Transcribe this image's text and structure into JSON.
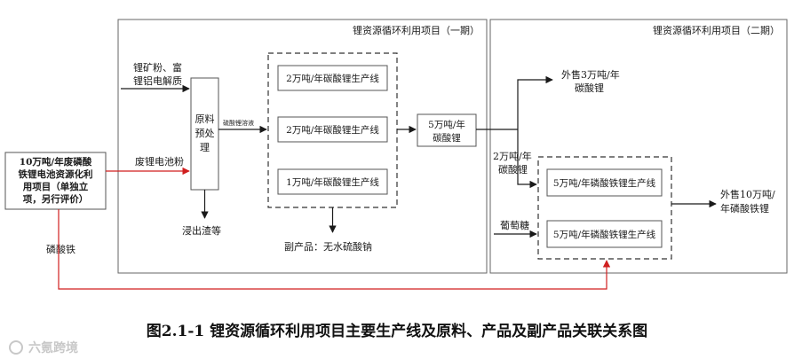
{
  "phase1": {
    "title": "锂资源循环利用项目（一期）"
  },
  "phase2": {
    "title": "锂资源循环利用项目（二期）"
  },
  "inputs": {
    "ore_line1": "锂矿粉、富",
    "ore_line2": "锂铝电解质",
    "battery_powder": "废锂电池粉",
    "phosphate": "磷酸铁",
    "glucose": "葡萄糖"
  },
  "lfp_project": {
    "lines": [
      "10万吨/年废磷酸",
      "铁锂电池资源化利",
      "用项目（单独立",
      "项，另行评价）"
    ]
  },
  "pretreatment": {
    "lines": [
      "原料",
      "预处",
      "理"
    ]
  },
  "leachate": "硫酸锂溶液",
  "leach_residue": "浸出渣等",
  "carbonate_lines": [
    "2万吨/年碳酸锂生产线",
    "2万吨/年碳酸锂生产线",
    "1万吨/年碳酸锂生产线"
  ],
  "byproduct": "副产品：无水硫酸钠",
  "carbonate_total": {
    "line1": "5万吨/年",
    "line2": "碳酸锂"
  },
  "sale_carbonate": {
    "line1": "外售3万吨/年",
    "line2": "碳酸锂"
  },
  "transfer_carbonate": {
    "line1": "2万吨/年",
    "line2": "碳酸锂"
  },
  "lfp_lines": [
    "5万吨/年磷酸铁锂生产线",
    "5万吨/年磷酸铁锂生产线"
  ],
  "sale_lfp": {
    "line1": "外售10万吨/",
    "line2": "年磷酸铁锂"
  },
  "caption": "图2.1-1  锂资源循环利用项目主要生产线及原料、产品及副产品关联关系图",
  "watermark": "六氪跨境",
  "colors": {
    "line": "#1a1a1a",
    "red": "#d01f1f",
    "border": "#555555"
  }
}
